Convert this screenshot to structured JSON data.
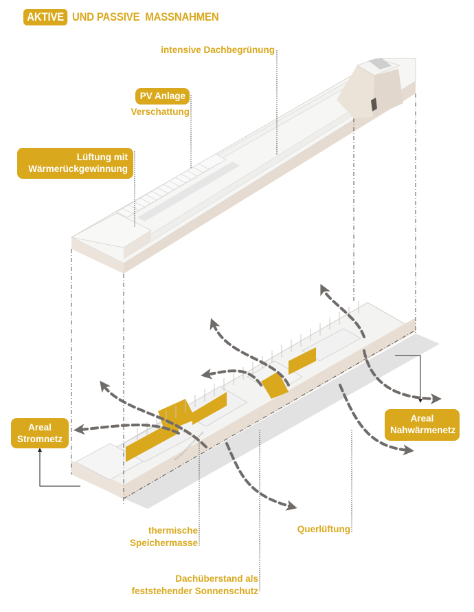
{
  "title": {
    "highlight": "AKTIVE",
    "rest": "UND PASSIVE  MASSNAHMEN"
  },
  "labels": {
    "dachbegruenung": "intensive Dachbegrünung",
    "pv_anlage": "PV Anlage",
    "verschattung": "Verschattung",
    "lueftung_line1": "Lüftung mit",
    "lueftung_line2": "Wärmerückgewinnung",
    "stromnetz_line1": "Areal",
    "stromnetz_line2": "Stromnetz",
    "nahwaerme_line1": "Areal",
    "nahwaerme_line2": "Nahwärmenetz",
    "speicher_line1": "thermische",
    "speicher_line2": "Speichermasse",
    "querlueftung": "Querlüftung",
    "dachueberstand_line1": "Dachüberstand als",
    "dachueberstand_line2": "feststehender Sonnenschutz"
  },
  "colors": {
    "accent": "#d9a81c",
    "arrow": "#6f6b69",
    "wall": "#e8ddd3",
    "floor": "#f4f4f4",
    "shadow": "#dcdcdc",
    "text_white": "#ffffff"
  }
}
